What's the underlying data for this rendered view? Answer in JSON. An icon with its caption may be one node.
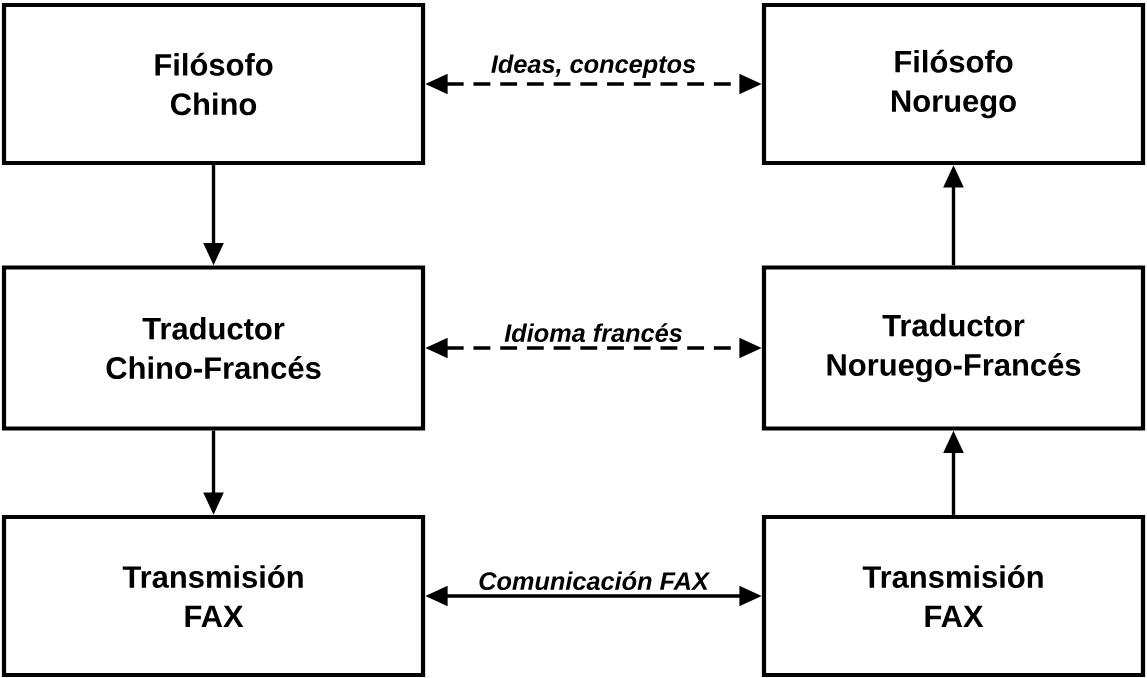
{
  "diagram": {
    "nodes": [
      {
        "text": [
          "Filósofo Chino"
        ]
      },
      {
        "text": [
          "Filósofo Noruego"
        ]
      },
      {
        "text": [
          "Traductor Chino-Francés"
        ]
      },
      {
        "text": [
          "Traductor Noruego-Francés"
        ]
      },
      {
        "text": [
          "Transmisión FAX"
        ]
      },
      {
        "text": [
          "Transmisión FAX"
        ]
      }
    ],
    "edges": [
      {
        "from": 0,
        "to": 1,
        "arrow": "both",
        "style": "dashed",
        "label": "Ideas, conceptos"
      },
      {
        "from": 0,
        "to": 2,
        "arrow": "to"
      },
      {
        "from": 2,
        "to": 3,
        "arrow": "both",
        "style": "dashed",
        "label": "Idioma francés"
      },
      {
        "from": 2,
        "to": 4,
        "arrow": "to"
      },
      {
        "from": 4,
        "to": 5,
        "arrow": "both",
        "label": "Comunicación FAX"
      },
      {
        "from": 5,
        "to": 3,
        "arrow": "to"
      },
      {
        "from": 3,
        "to": 1,
        "arrow": "to"
      }
    ]
  }
}
